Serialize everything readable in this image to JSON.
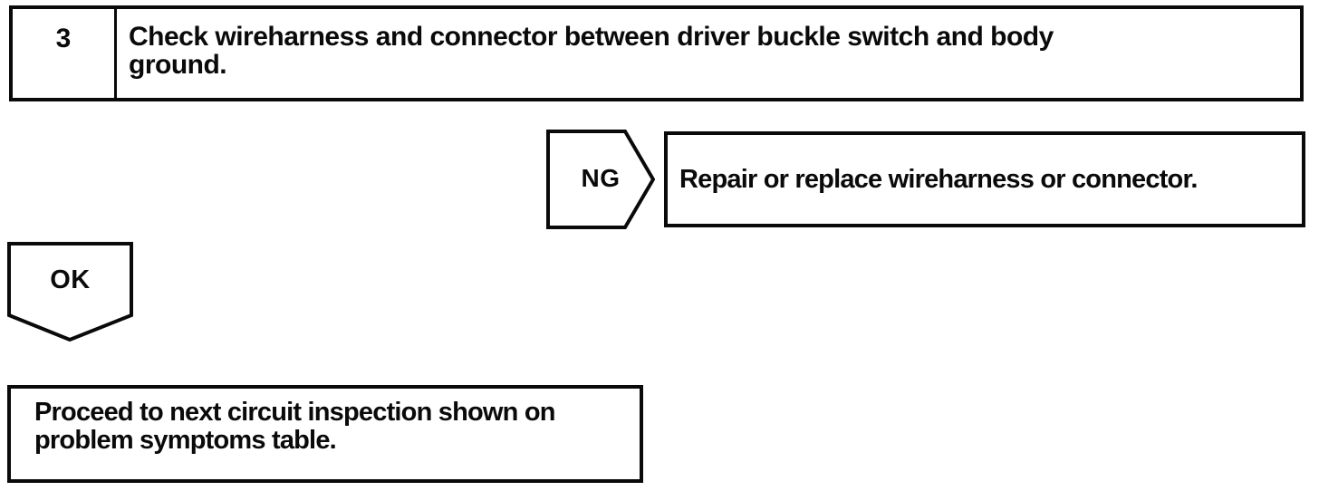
{
  "page": {
    "ink_color": "#0a0a0a",
    "paper_color": "#ffffff"
  },
  "step": {
    "number": "3",
    "instruction_lines": [
      "Check wireharness and connector between driver buckle switch and body",
      "ground."
    ]
  },
  "ng_branch": {
    "label": "NG",
    "action": "Repair or replace wireharness or connector."
  },
  "ok_branch": {
    "label": "OK",
    "result_lines": [
      "Proceed to next circuit inspection shown on",
      "problem symptoms table."
    ]
  }
}
